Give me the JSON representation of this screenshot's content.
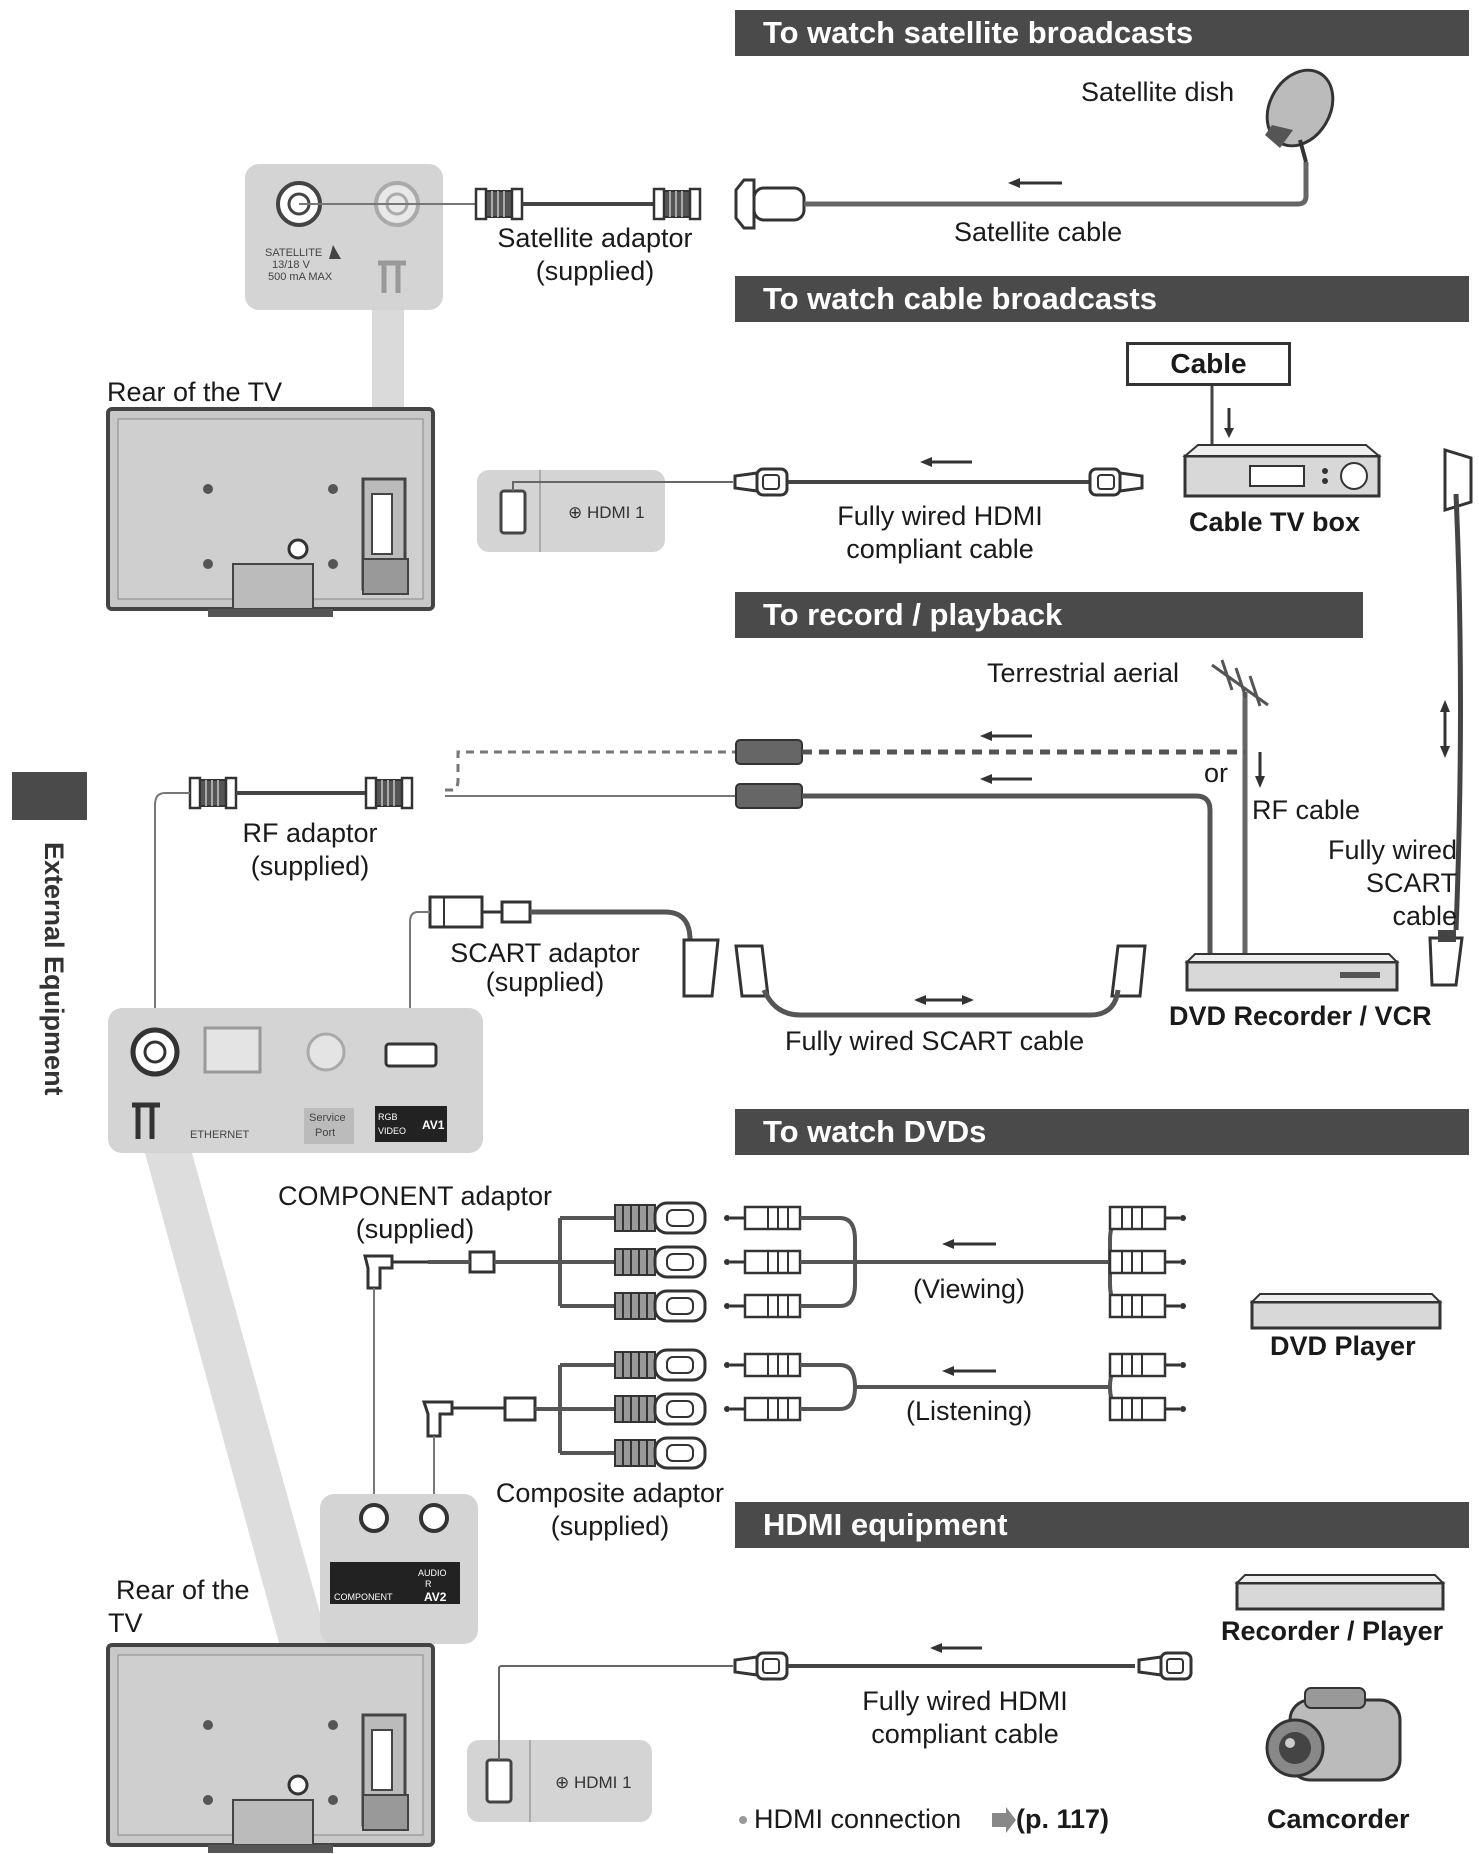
{
  "sections": {
    "satellite": "To watch satellite broadcasts",
    "cable": "To watch cable broadcasts",
    "record": "To record / playback",
    "dvd": "To watch DVDs",
    "hdmi": "HDMI equipment"
  },
  "side_label": "External Equipment",
  "labels": {
    "satellite_dish": "Satellite dish",
    "satellite_cable": "Satellite cable",
    "satellite_adaptor": [
      "Satellite adaptor",
      "(supplied)"
    ],
    "rear_tv_top": "Rear of the TV",
    "cable_box_top": "Cable",
    "hdmi_cable_top": [
      "Fully wired HDMI",
      "compliant cable"
    ],
    "cable_tv_box": "Cable TV box",
    "terrestrial_aerial": "Terrestrial aerial",
    "or": "or",
    "rf_cable": "RF cable",
    "rf_adaptor": [
      "RF adaptor",
      "(supplied)"
    ],
    "scart_adaptor": [
      "SCART adaptor",
      "(supplied)"
    ],
    "scart_cable": "Fully wired SCART cable",
    "scart_cable_right": [
      "Fully wired",
      "SCART",
      "cable"
    ],
    "dvd_recorder": "DVD Recorder / VCR",
    "component_adaptor": [
      "COMPONENT adaptor",
      "(supplied)"
    ],
    "viewing": "(Viewing)",
    "listening": "(Listening)",
    "dvd_player": "DVD Player",
    "composite_adaptor": [
      "Composite adaptor",
      "(supplied)"
    ],
    "rear_tv_bottom": [
      "Rear of the",
      "TV"
    ],
    "recorder_player": "Recorder / Player",
    "hdmi_cable_bottom": [
      "Fully wired HDMI",
      "compliant cable"
    ],
    "hdmi_note": "HDMI connection",
    "hdmi_note_ref": "(p. 117)",
    "camcorder": "Camcorder"
  },
  "port_labels": {
    "satellite_port": [
      "SATELLITE",
      "13/18 V",
      "500 mA MAX"
    ],
    "hdmi1": "HDMI 1",
    "ethernet": "ETHERNET",
    "service_port": [
      "Service",
      "Port"
    ],
    "av1": "AV1",
    "av1_sub": [
      "RGB",
      "VIDEO"
    ],
    "component": "COMPONENT",
    "audio_r": [
      "AUDIO",
      "R"
    ],
    "av2": "AV2"
  }
}
